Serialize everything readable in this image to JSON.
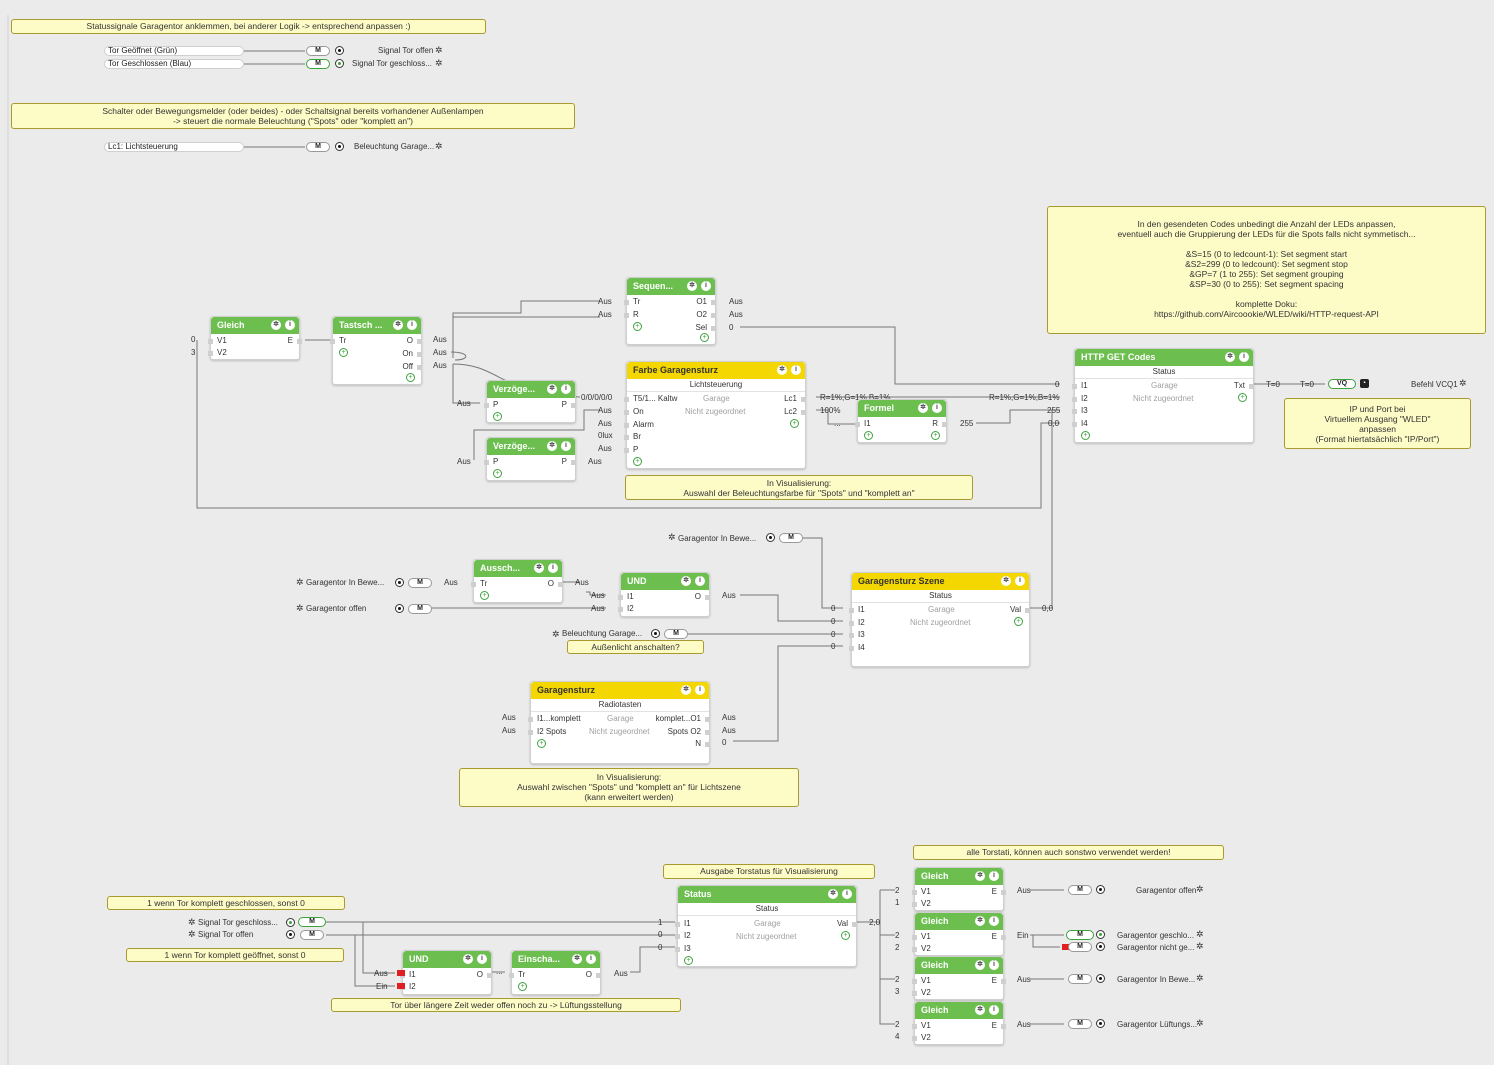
{
  "notes": {
    "n1": "Statussignale Garagentor anklemmen, bei anderer Logik -> entsprechend anpassen :)",
    "n2": "Schalter oder Bewegungsmelder (oder beides) - oder Schaltsignal bereits vorhandener Außenlampen\n-> steuert die normale Beleuchtung (\"Spots\" oder \"komplett an\")",
    "n3": "In den gesendeten Codes unbedingt die Anzahl der LEDs anpassen,\neventuell auch die Gruppierung der LEDs für die Spots falls nicht symmetisch...\n\n&S=15 (0 to ledcount-1): Set segment start\n&S2=299 (0 to ledcount): Set segment stop\n&GP=7 (1 to 255): Set segment grouping\n&SP=30 (0 to 255): Set segment spacing\n\nkomplette Doku:\nhttps://github.com/Aircoookie/WLED/wiki/HTTP-request-API",
    "n4": "IP und Port bei\nVirtuellem Ausgang \"WLED\"\nanpassen\n(Format hiertatsächlich \"IP/Port\")",
    "n5": "In Visualisierung:\nAuswahl der Beleuchtungsfarbe für \"Spots\" und \"komplett an\"",
    "n6": "Außenlicht anschalten?",
    "n7": "In Visualisierung:\nAuswahl zwischen \"Spots\" und \"komplett an\" für Lichtszene\n(kann erweitert werden)",
    "n8": "alle Torstati, können auch sonstwo verwendet werden!",
    "n9": "Ausgabe Torstatus für Visualisierung",
    "n10": "1 wenn Tor komplett geschlossen, sonst 0",
    "n11": "1 wenn Tor komplett geöffnet, sonst 0",
    "n12": "Tor über längere Zeit weder offen noch zu -> Lüftungsstellung"
  },
  "inputs": {
    "in1": "Tor Geöffnet (Grün)",
    "in2": "Tor Geschlossen (Blau)",
    "in3": "Lc1: Lichtsteuerung",
    "m": "M",
    "sig1": "Signal Tor offen",
    "sig2": "Signal Tor geschloss...",
    "sig3": "Beleuchtung Garage..."
  },
  "blocks": {
    "gleich": {
      "title": "Gleich",
      "v1": "V1",
      "v2": "V2",
      "e": "E",
      "in1": "0",
      "in2": "3"
    },
    "tast": {
      "title": "Tastsch ...",
      "tr": "Tr",
      "o": "O",
      "on": "On",
      "off": "Off",
      "aus": "Aus"
    },
    "seq": {
      "title": "Sequen...",
      "tr": "Tr",
      "r": "R",
      "o1": "O1",
      "o2": "O2",
      "sel": "Sel",
      "aus": "Aus",
      "zero": "0"
    },
    "farbe": {
      "title": "Farbe Garagensturz",
      "sub": "Lichtsteuerung",
      "garage": "Garage",
      "nz": "Nicht zugeordnet",
      "p1": "T5/1... Kaltw",
      "p2": "On",
      "p3": "Alarm",
      "p4": "Br",
      "p5": "P",
      "lc1": "Lc1",
      "lc2": "Lc2",
      "v0": "0/0/0/0/0",
      "v1": "Aus",
      "v2": "Aus",
      "v3": "0lux",
      "v4": "Aus",
      "o1": "R=1%,G=1%,B=1%",
      "o2": "100%"
    },
    "verz1": {
      "title": "Verzöge...",
      "p": "P",
      "aus": "Aus"
    },
    "verz2": {
      "title": "Verzöge...",
      "p": "P",
      "aus": "Aus"
    },
    "formel": {
      "title": "Formel",
      "i1": "I1",
      "r": "R",
      "out": "255",
      "in": "..."
    },
    "http": {
      "title": "HTTP GET Codes",
      "sub": "Status",
      "garage": "Garage",
      "nz": "Nicht zugeordnet",
      "i1": "I1",
      "i2": "I2",
      "i3": "I3",
      "i4": "I4",
      "txt": "Txt",
      "v1": "0",
      "v2": "R=1%,G=1%,B=1%",
      "v3": "255",
      "v4": "0,0",
      "t0": "T=0"
    },
    "out": {
      "t0": "T=0",
      "vq": "VQ",
      "befehl": "Befehl VCQ1"
    },
    "aussch": {
      "title": "Aussch...",
      "tr": "Tr",
      "o": "O",
      "aus": "Aus"
    },
    "und": {
      "title": "UND",
      "i1": "I1",
      "i2": "I2",
      "o": "O",
      "aus": "Aus"
    },
    "szene": {
      "title": "Garagensturz Szene",
      "sub": "Status",
      "garage": "Garage",
      "nz": "Nicht zugeordnet",
      "i1": "I1",
      "i2": "I2",
      "i3": "I3",
      "i4": "I4",
      "val": "Val",
      "out": "0,0",
      "zero": "0"
    },
    "sturz": {
      "title": "Garagensturz",
      "sub": "Radiotasten",
      "garage": "Garage",
      "nz": "Nicht zugeordnet",
      "i1": "I1...komplett",
      "i2": "I2 Spots",
      "o1": "komplet...O1",
      "o2": "Spots O2",
      "n": "N",
      "aus": "Aus",
      "zero": "0"
    },
    "status": {
      "title": "Status",
      "sub": "Status",
      "garage": "Garage",
      "nz": "Nicht zugeordnet",
      "i1": "I1",
      "i2": "I2",
      "i3": "I3",
      "val": "Val",
      "out": "2,0",
      "one": "1",
      "zero": "0"
    },
    "und2": {
      "title": "UND",
      "i1": "I1",
      "i2": "I2",
      "o": "O",
      "aus": "Aus",
      "ein": "Ein"
    },
    "einsch": {
      "title": "Einscha...",
      "tr": "Tr",
      "o": "O",
      "aus": "Aus"
    },
    "g1": {
      "title": "Gleich",
      "v1": "V1",
      "v2": "V2",
      "e": "E",
      "a": "2",
      "b": "1"
    },
    "g2": {
      "title": "Gleich",
      "v1": "V1",
      "v2": "V2",
      "e": "E",
      "a": "2",
      "b": "2"
    },
    "g3": {
      "title": "Gleich",
      "v1": "V1",
      "v2": "V2",
      "e": "E",
      "a": "2",
      "b": "3"
    },
    "g4": {
      "title": "Gleich",
      "v1": "V1",
      "v2": "V2",
      "e": "E",
      "a": "2",
      "b": "4"
    }
  },
  "signals": {
    "bewe": "Garagentor In Bewe...",
    "offen": "Garagentor offen",
    "bel": "Beleuchtung Garage...",
    "s_geschl": "Signal Tor geschloss...",
    "s_offen": "Signal Tor offen",
    "o_offen": "Garagentor offen",
    "o_geschl": "Garagentor geschlo...",
    "o_nicht": "Garagentor nicht ge...",
    "o_bewe": "Garagentor In Bewe...",
    "o_luef": "Garagentor Lüftungs...",
    "aus": "Aus",
    "ein": "Ein",
    "dots": "..."
  },
  "icons": {
    "settings": "gear-icon",
    "info": "info-icon",
    "add": "add-circle-icon"
  },
  "colors": {
    "green_header": "#6cbf4f",
    "yellow_header": "#f4d600",
    "note_bg": "#fdfbc6",
    "wire": "#777777",
    "canvas": "#ebebeb"
  }
}
